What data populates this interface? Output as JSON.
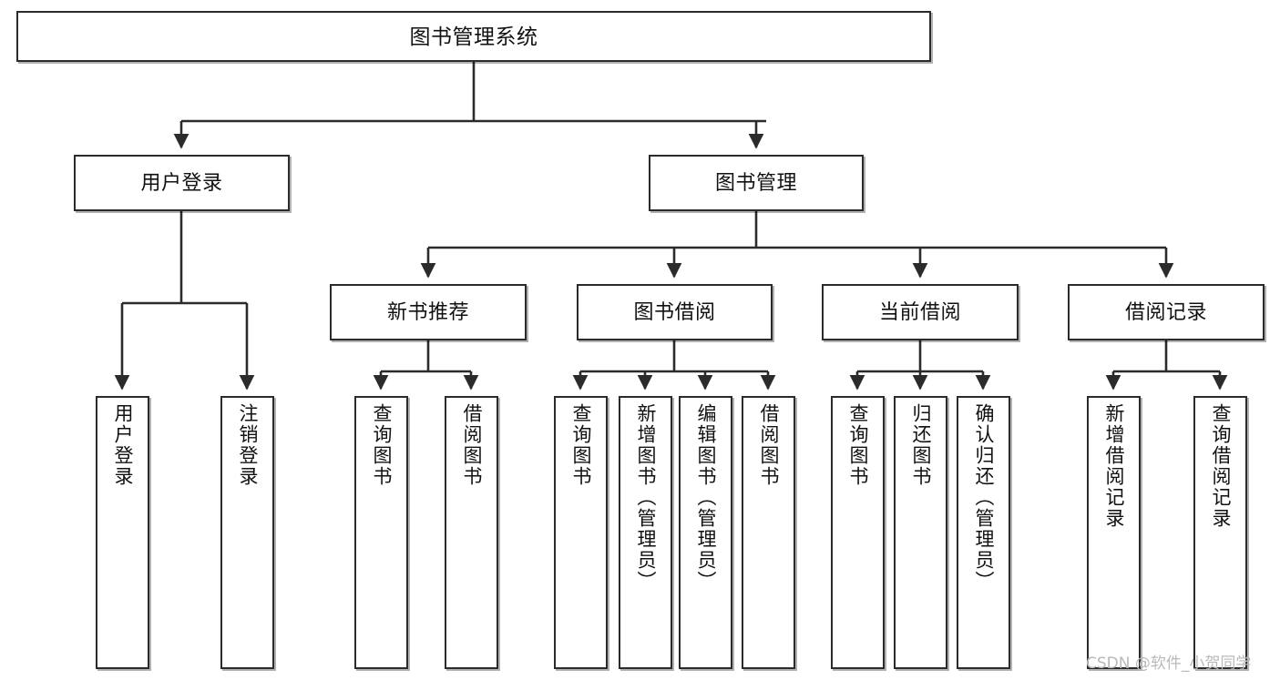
{
  "diagram": {
    "title": "图书管理系统",
    "type": "hierarchy-tree",
    "watermark": "CSDN @软件_小贺同学",
    "colors": {
      "stroke": "#2b2b2b",
      "fill": "#ffffff",
      "text": "#111111",
      "watermark": "#b9b9b9"
    },
    "root": {
      "label": "图书管理系统"
    },
    "level2": [
      {
        "label": "用户登录"
      },
      {
        "label": "图书管理"
      }
    ],
    "level3": [
      {
        "label": "新书推荐"
      },
      {
        "label": "图书借阅"
      },
      {
        "label": "当前借阅"
      },
      {
        "label": "借阅记录"
      }
    ],
    "leaves": {
      "user_login": [
        {
          "label": "用户登录"
        },
        {
          "label": "注销登录"
        }
      ],
      "new_book_recommend": [
        {
          "label": "查询图书"
        },
        {
          "label": "借阅图书"
        }
      ],
      "book_borrow": [
        {
          "label": "查询图书"
        },
        {
          "label": "新增图书（管理员）"
        },
        {
          "label": "编辑图书（管理员）"
        },
        {
          "label": "借阅图书"
        }
      ],
      "current_borrow": [
        {
          "label": "查询图书"
        },
        {
          "label": "归还图书"
        },
        {
          "label": "确认归还（管理员）"
        }
      ],
      "borrow_record": [
        {
          "label": "新增借阅记录"
        },
        {
          "label": "查询借阅记录"
        }
      ]
    }
  }
}
